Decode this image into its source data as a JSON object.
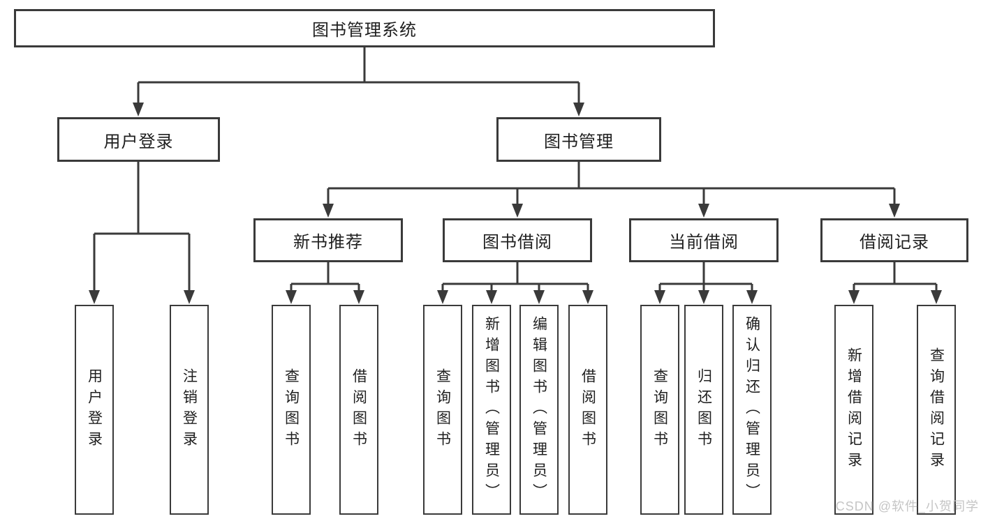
{
  "diagram": {
    "type": "tree",
    "root": {
      "label": "图书管理系统"
    },
    "level2": [
      {
        "label": "用户登录",
        "children": [
          {
            "label": "用户登录"
          },
          {
            "label": "注销登录"
          }
        ]
      },
      {
        "label": "图书管理",
        "children": [
          {
            "label": "新书推荐",
            "children": [
              {
                "label": "查询图书"
              },
              {
                "label": "借阅图书"
              }
            ]
          },
          {
            "label": "图书借阅",
            "children": [
              {
                "label": "查询图书"
              },
              {
                "label": "新增图书（管理员）"
              },
              {
                "label": "编辑图书（管理员）"
              },
              {
                "label": "借阅图书"
              }
            ]
          },
          {
            "label": "当前借阅",
            "children": [
              {
                "label": "查询图书"
              },
              {
                "label": "归还图书"
              },
              {
                "label": "确认归还（管理员）"
              }
            ]
          },
          {
            "label": "借阅记录",
            "children": [
              {
                "label": "新增借阅记录"
              },
              {
                "label": "查询借阅记录"
              }
            ]
          }
        ]
      }
    ]
  },
  "watermark": "CSDN @软件_小贺同学",
  "colors": {
    "line": "#3a3a3a",
    "text": "#1f1f1f",
    "box_background": "#ffffff",
    "watermark": "#c5c5c5"
  }
}
